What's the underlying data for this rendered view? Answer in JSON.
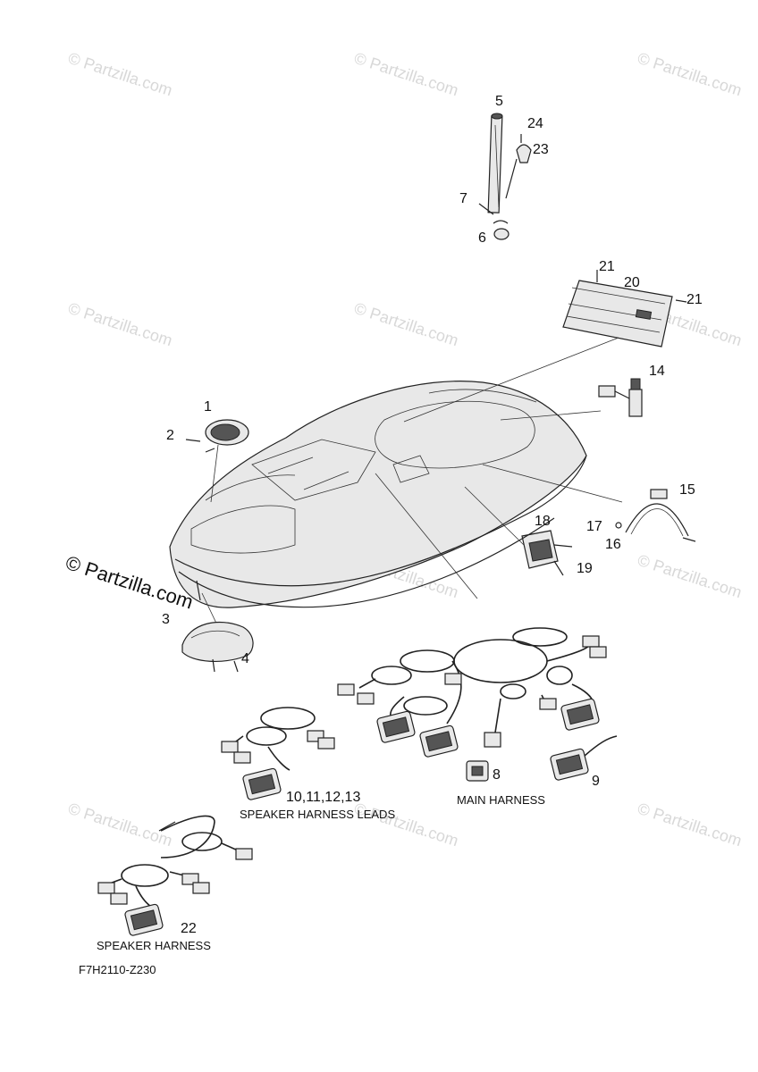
{
  "watermark": {
    "text": "Partzilla.com",
    "large_text": "Partzilla.com",
    "symbol": "©"
  },
  "callouts": {
    "c1": "1",
    "c2": "2",
    "c3": "3",
    "c4": "4",
    "c5": "5",
    "c6": "6",
    "c7": "7",
    "c8": "8",
    "c9": "9",
    "c10": "10,11,12,13",
    "c14": "14",
    "c15": "15",
    "c16": "16",
    "c17": "17",
    "c18": "18",
    "c19": "19",
    "c20": "20",
    "c21a": "21",
    "c21b": "21",
    "c22": "22",
    "c23": "23",
    "c24": "24"
  },
  "captions": {
    "speaker_harness_leads": "SPEAKER HARNESS LEADS",
    "main_harness": "MAIN HARNESS",
    "speaker_harness": "SPEAKER HARNESS",
    "diagram_code": "F7H2110-Z230"
  },
  "colors": {
    "line": "#222222",
    "watermark": "#d8d8d8",
    "background": "#ffffff"
  }
}
